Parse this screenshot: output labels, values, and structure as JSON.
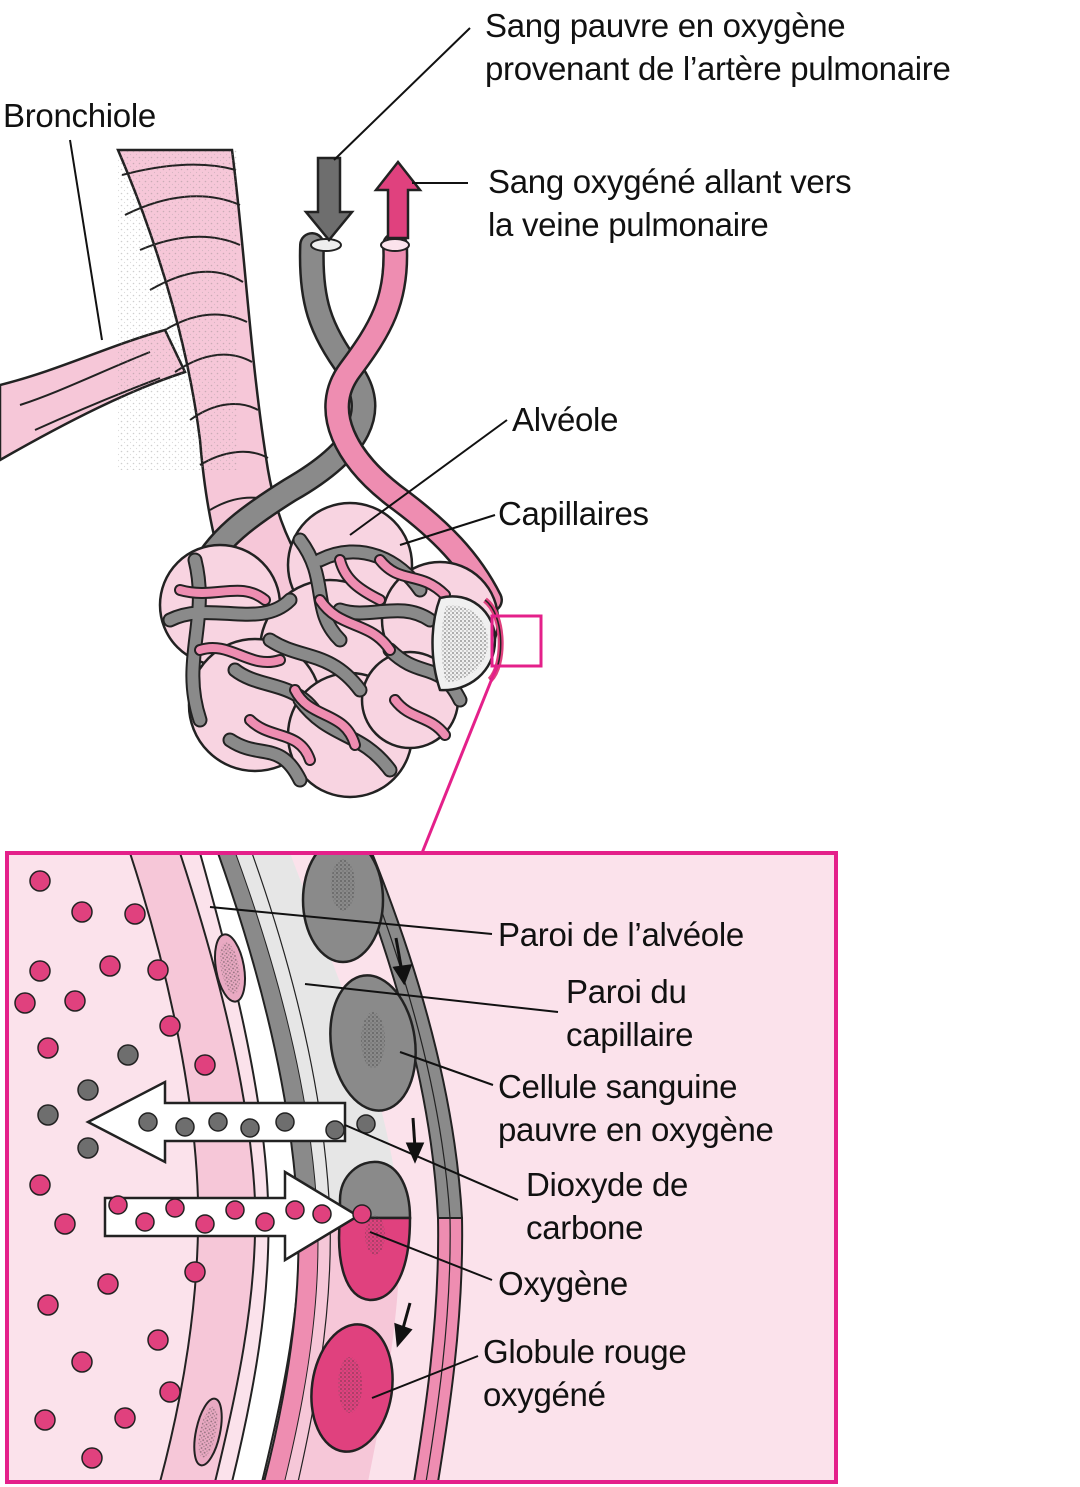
{
  "colors": {
    "pink_light": "#f8d0de",
    "pink_medium": "#ee8db1",
    "pink_strong": "#e0417e",
    "pink_frame": "#e4208a",
    "capillary_gray": "#8a8a8a",
    "gray_dark": "#6e6e6e",
    "gray_light": "#e6e6e6",
    "ink": "#111111"
  },
  "labels": {
    "deoxygenated_blood": [
      "Sang pauvre en oxygène",
      "provenant de l’artère pulmonaire"
    ],
    "bronchiole": "Bronchiole",
    "oxygenated_blood": [
      "Sang oxygéné allant vers",
      "la veine pulmonaire"
    ],
    "alveole": "Alvéole",
    "capillaires": "Capillaires",
    "paroi_alveole": "Paroi de l’alvéole",
    "paroi_capillaire": [
      "Paroi du",
      "capillaire"
    ],
    "cellule_sanguine": [
      "Cellule sanguine",
      "pauvre en oxygène"
    ],
    "dioxyde": [
      "Dioxyde de",
      "carbone"
    ],
    "oxygene": "Oxygène",
    "globule_rouge": [
      "Globule rouge",
      "oxygéné"
    ]
  }
}
